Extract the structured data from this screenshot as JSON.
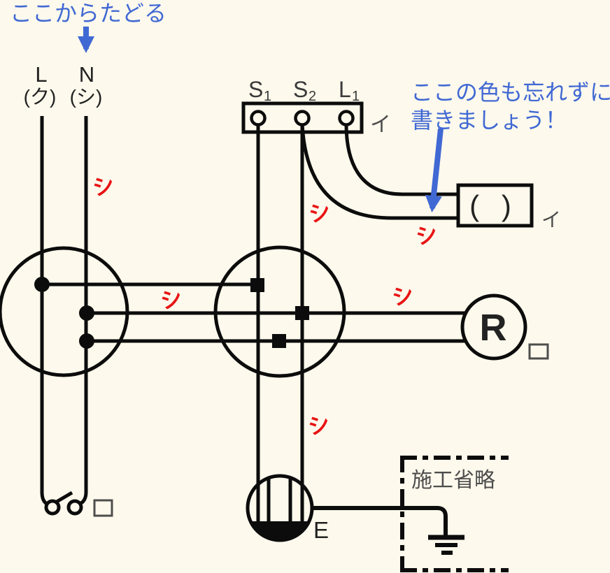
{
  "notes": {
    "trace": "ここからたどる",
    "color_line1": "ここの色も忘れずに",
    "color_line2": "書きましょう！"
  },
  "power": {
    "live": "L",
    "live_color": "(ク)",
    "neutral": "N",
    "neutral_color": "(シ)"
  },
  "terminal_block": {
    "t1_main": "S",
    "t1_sub": "1",
    "t2_main": "S",
    "t2_sub": "2",
    "t3_main": "L",
    "t3_sub": "1",
    "circuit_mark": "イ"
  },
  "lamp_box": {
    "label": "( )",
    "circuit_mark": "イ"
  },
  "lamp": {
    "label": "R"
  },
  "outlet": {
    "label": "E"
  },
  "omission": {
    "label": "施工省略"
  },
  "wire_marks": [
    "シ",
    "シ",
    "シ",
    "シ",
    "シ",
    "シ"
  ],
  "colors": {
    "blue": "#4169d4",
    "red": "#e81414",
    "line": "#0c0c0c",
    "gray": "#4d4d4d",
    "background": "#fdf9ec"
  }
}
